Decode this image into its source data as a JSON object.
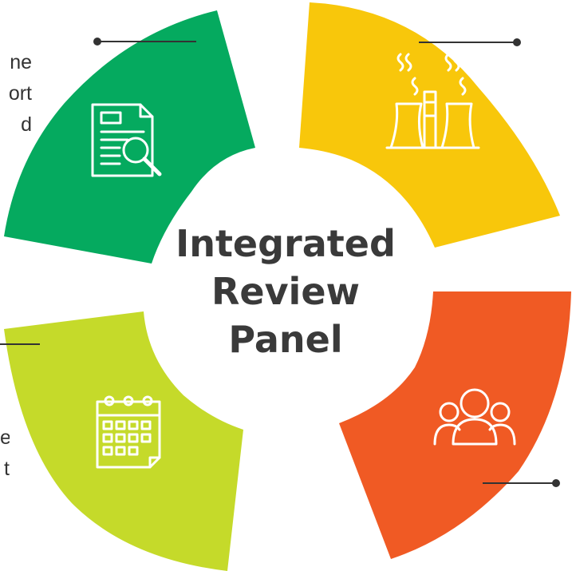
{
  "center_title": {
    "line1": "Integrated",
    "line2": "Review",
    "line3": "Panel"
  },
  "segments": [
    {
      "name": "top-left-segment",
      "color": "#05AA5F",
      "icon": "document-search-icon"
    },
    {
      "name": "top-right-segment",
      "color": "#F8C70B",
      "icon": "factory-icon"
    },
    {
      "name": "bottom-right-segment",
      "color": "#F05A24",
      "icon": "team-group-icon"
    },
    {
      "name": "bottom-left-segment",
      "color": "#C5DA2A",
      "icon": "calendar-icon"
    }
  ],
  "clipped_labels": {
    "top_left": [
      "ne",
      "ort",
      "d"
    ],
    "bottom_left": [
      "e",
      "t"
    ]
  }
}
